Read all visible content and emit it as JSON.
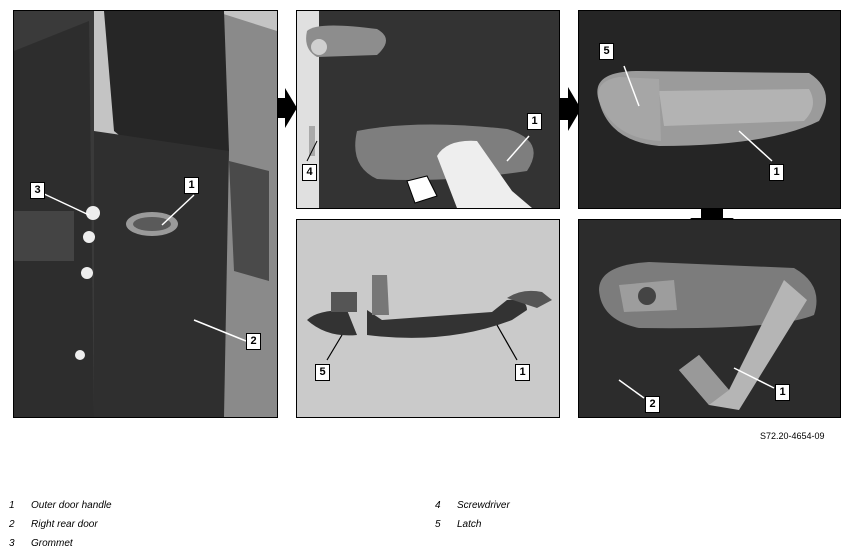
{
  "figure_id": "S72.20-4654-09",
  "panels": [
    {
      "callouts": [
        "1",
        "3",
        "2"
      ]
    },
    {
      "callouts": [
        "1",
        "4"
      ]
    },
    {
      "callouts": [
        "5",
        "1"
      ]
    },
    {
      "callouts": [
        "5",
        "1"
      ]
    },
    {
      "callouts": [
        "1",
        "2"
      ]
    }
  ],
  "legend": {
    "left": [
      {
        "num": "1",
        "text": "Outer door handle"
      },
      {
        "num": "2",
        "text": "Right rear door"
      },
      {
        "num": "3",
        "text": "Grommet"
      }
    ],
    "right": [
      {
        "num": "4",
        "text": "Screwdriver"
      },
      {
        "num": "5",
        "text": "Latch"
      }
    ]
  },
  "colors": {
    "panel_dark": "#2b2b2b",
    "panel_gray": "#c9c9c9",
    "arrow": "#000000"
  }
}
